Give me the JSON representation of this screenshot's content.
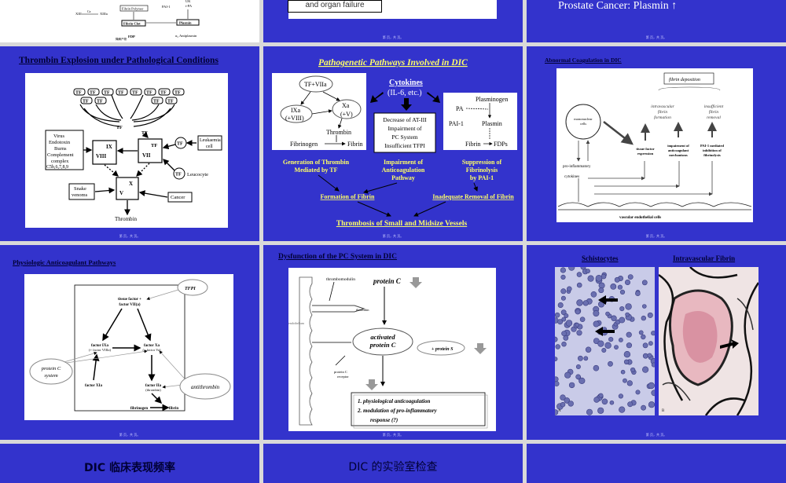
{
  "s1": {
    "xiii": "XIII",
    "xiiia": "XIIIa",
    "ca": "Ca²⁺",
    "fibrin_polymer": "Fibrin Polymer",
    "fibrin_clot": "Fibrin Clot",
    "fdp": "FDP",
    "pai1": "PAI-1",
    "upa": "UK",
    "tpa": "t-PA",
    "plasmin": "Plasmin",
    "antiplasmin": "α₂ Antiplasmin",
    "small_note": "降解产物"
  },
  "s2": {
    "box_text": "and organ failure"
  },
  "s3": {
    "text": "Prostate Cancer: Plasmin ↑"
  },
  "s4": {
    "title": "Thrombin Explosion under Pathological Conditions",
    "tf": "TF",
    "virus_box": [
      "Virus",
      "Endotoxin",
      "Burns",
      "Complement",
      "complex",
      "C5b,6,7,8,9"
    ],
    "ix": "IX",
    "viii": "VIII",
    "vii": "VII",
    "x": "X",
    "v": "V",
    "leukaemia": "Leukaemia cell",
    "leucocyte": "Leucocyte",
    "snake": "Snake venoms",
    "cancer": "Cancer",
    "thrombin": "Thrombin"
  },
  "s5": {
    "title": "Pathogenetic Pathways Involved in DIC",
    "tf_viia": "TF+VIIa",
    "ixa": "IXa",
    "viii": "(+VIII)",
    "xa": "Xa",
    "v": "(+V)",
    "thrombin": "Thrombin",
    "fibrinogen": "Fibrinogen",
    "fibrin": "Fibrin",
    "cytokines": "Cytokines",
    "il6": "(IL-6, etc.)",
    "middle_box": [
      "Decrease of AT-III",
      "Impairment of",
      "PC System",
      "Insufficient TFPI"
    ],
    "plasminogen": "Plasminogen",
    "pa": "PA",
    "pai1": "PAI-1",
    "plasmin": "Plasmin",
    "fibrin2": "Fibrin",
    "fdps": "FDPs",
    "gen_thrombin": [
      "Generation of Thrombin",
      "Mediated by TF"
    ],
    "impair_antico": [
      "Impairment of",
      "Anticoagulation",
      "Pathway"
    ],
    "suppress_fib": [
      "Suppression of",
      "Fibrinolysis",
      "by PAI-1"
    ],
    "formation": "Formation of Fibrin",
    "inadequate": "Inadequate Removal of Fibrin",
    "thrombosis": "Thrombosis of Small and Midsize Vessels"
  },
  "s6": {
    "title": "Abnormal Coagulation in DIC",
    "fibrin_dep": "fibrin deposition",
    "intravascular": [
      "intravascular",
      "fibrin",
      "formation"
    ],
    "insufficient": [
      "insufficient",
      "fibrin",
      "removal"
    ],
    "mono": [
      "mononuclear",
      "cells"
    ],
    "tf_expr": [
      "tissue factor",
      "expression"
    ],
    "impair_antico": [
      "impairment of",
      "anticoagulant",
      "mechanisms"
    ],
    "pai": [
      "PAI-1 mediated",
      "inhibition of",
      "fibrinolysis"
    ],
    "proinflam": "pro-inflammatory",
    "cytokines": "cytokines",
    "endothelial": "vascular endothelial cells"
  },
  "s7": {
    "title": "Physiologic Anticoagulant Pathways",
    "tfpi": "TFPI",
    "tf_viia": [
      "tissue factor +",
      "factor VII(a)"
    ],
    "ixa": [
      "factor IXa",
      "(+ factor VIIIa)"
    ],
    "xa": [
      "factor Xa",
      "(+ factor Va)"
    ],
    "xia": "factor XIa",
    "iia": [
      "factor IIa",
      "(thrombin)"
    ],
    "fibrinogen": "fibrinogen",
    "fibrin": "fibrin",
    "pc_system": [
      "protein C",
      "system"
    ],
    "antithrombin": "antithrombin"
  },
  "s8": {
    "title": "Dysfunction of the PC System in DIC",
    "thrombomodulin": "thrombomodulin",
    "protein_c": "protein C",
    "thrombin": "thrombin",
    "endothelium": "endothelium",
    "activated": [
      "activated",
      "protein C"
    ],
    "protein_s": "+ protein S",
    "receptor": [
      "protein C",
      "receptor"
    ],
    "box": [
      "1.  physiological anticoagulation",
      "2.  modulation of pro-inflammatory",
      "response (?)"
    ]
  },
  "s9": {
    "schistocytes": "Schistocytes",
    "intravascular_fibrin": "Intravascular Fibrin",
    "label_a": "A",
    "label_b": "B"
  },
  "s10": {
    "title": "DIC 临床表现频率"
  },
  "s11": {
    "title": "DIC 的实验室检查"
  },
  "footer": "第 页，共 页。"
}
